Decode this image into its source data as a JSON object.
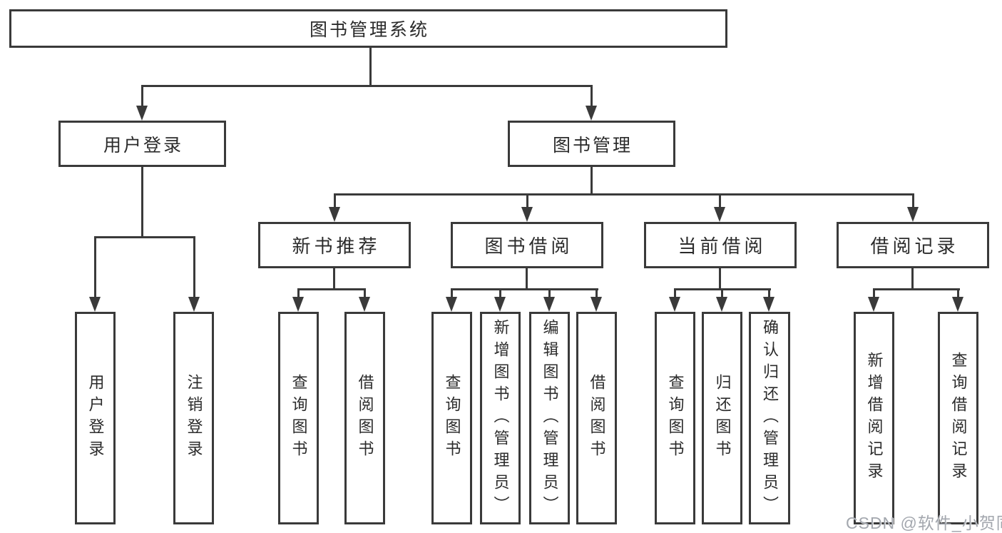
{
  "colors": {
    "line": "#3a3a3a",
    "text": "#2b2b2b",
    "background": "#ffffff",
    "watermark": "#a3a7ae"
  },
  "tree": {
    "root": {
      "label": "图书管理系统"
    },
    "branches": [
      {
        "label": "用户登录",
        "leaves": [
          {
            "label": "用户登录"
          },
          {
            "label": "注销登录"
          }
        ]
      },
      {
        "label": "图书管理",
        "sections": [
          {
            "label": "新书推荐",
            "leaves": [
              {
                "label": "查询图书"
              },
              {
                "label": "借阅图书"
              }
            ]
          },
          {
            "label": "图书借阅",
            "leaves": [
              {
                "label": "查询图书"
              },
              {
                "label": "新增图书（管理员）"
              },
              {
                "label": "编辑图书（管理员）"
              },
              {
                "label": "借阅图书"
              }
            ]
          },
          {
            "label": "当前借阅",
            "leaves": [
              {
                "label": "查询图书"
              },
              {
                "label": "归还图书"
              },
              {
                "label": "确认归还（管理员）"
              }
            ]
          },
          {
            "label": "借阅记录",
            "leaves": [
              {
                "label": "新增借阅记录"
              },
              {
                "label": "查询借阅记录"
              }
            ]
          }
        ]
      }
    ]
  },
  "watermark": "CSDN @软件_小贺同学"
}
